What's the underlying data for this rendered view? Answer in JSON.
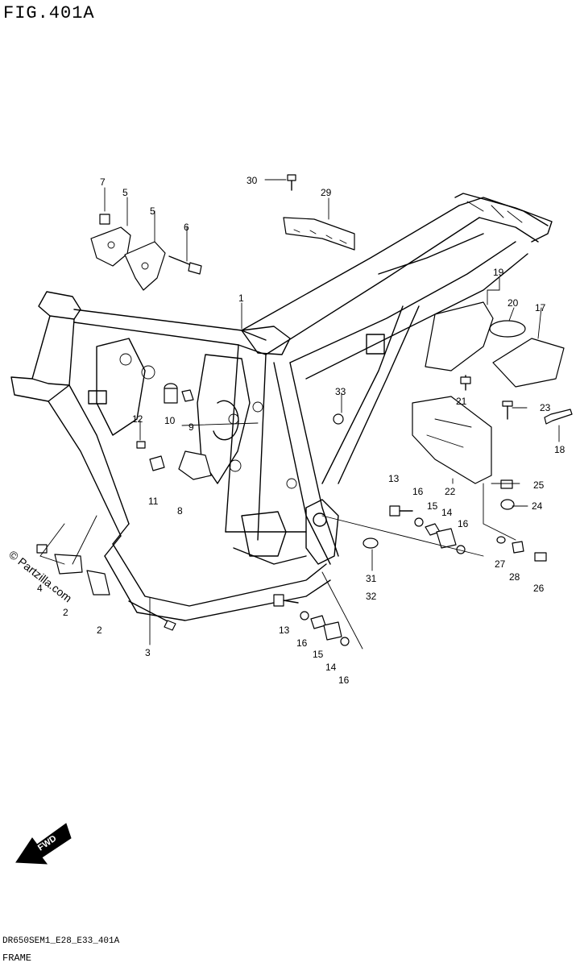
{
  "header": {
    "figure_label": "FIG.401A"
  },
  "footer": {
    "code": "DR650SEM1_E28_E33_401A",
    "title": "FRAME"
  },
  "watermark": "© Partzilla.com",
  "fwd_arrow": {
    "label": "FWD"
  },
  "callouts": [
    {
      "id": "c7",
      "label": "7"
    },
    {
      "id": "c5a",
      "label": "5"
    },
    {
      "id": "c5b",
      "label": "5"
    },
    {
      "id": "c6",
      "label": "6"
    },
    {
      "id": "c30",
      "label": "30"
    },
    {
      "id": "c29",
      "label": "29"
    },
    {
      "id": "c1",
      "label": "1"
    },
    {
      "id": "c19",
      "label": "19"
    },
    {
      "id": "c20",
      "label": "20"
    },
    {
      "id": "c17",
      "label": "17"
    },
    {
      "id": "c21",
      "label": "21"
    },
    {
      "id": "c23",
      "label": "23"
    },
    {
      "id": "c18",
      "label": "18"
    },
    {
      "id": "c33",
      "label": "33"
    },
    {
      "id": "c10",
      "label": "10"
    },
    {
      "id": "c9",
      "label": "9"
    },
    {
      "id": "c12",
      "label": "12"
    },
    {
      "id": "c11",
      "label": "11"
    },
    {
      "id": "c8",
      "label": "8"
    },
    {
      "id": "c22",
      "label": "22"
    },
    {
      "id": "c25",
      "label": "25"
    },
    {
      "id": "c24",
      "label": "24"
    },
    {
      "id": "c13a",
      "label": "13"
    },
    {
      "id": "c16a",
      "label": "16"
    },
    {
      "id": "c15a",
      "label": "15"
    },
    {
      "id": "c14a",
      "label": "14"
    },
    {
      "id": "c16b",
      "label": "16"
    },
    {
      "id": "c27",
      "label": "27"
    },
    {
      "id": "c28",
      "label": "28"
    },
    {
      "id": "c26",
      "label": "26"
    },
    {
      "id": "c31",
      "label": "31"
    },
    {
      "id": "c32",
      "label": "32"
    },
    {
      "id": "c4",
      "label": "4"
    },
    {
      "id": "c2a",
      "label": "2"
    },
    {
      "id": "c2b",
      "label": "2"
    },
    {
      "id": "c3",
      "label": "3"
    },
    {
      "id": "c13b",
      "label": "13"
    },
    {
      "id": "c16c",
      "label": "16"
    },
    {
      "id": "c15b",
      "label": "15"
    },
    {
      "id": "c14b",
      "label": "14"
    },
    {
      "id": "c16d",
      "label": "16"
    }
  ]
}
